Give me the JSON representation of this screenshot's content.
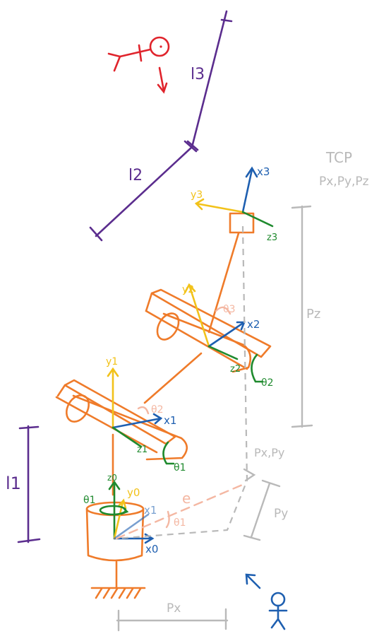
{
  "colors": {
    "body": "#ef7b2a",
    "length": "#5b2d8e",
    "z_axis": "#1f8a2e",
    "x_axis": "#1e5fb0",
    "y_axis": "#f2c21a",
    "annotation": "#b9b9b9",
    "viewer_top": "#e0242c",
    "viewer_front": "#1e5fb0",
    "angle": "#f4b7a2"
  },
  "labels": {
    "l1": "l1",
    "l2": "l2",
    "l3": "l3",
    "tcp": "TCP",
    "tcp_coords": "Px,Py,Pz",
    "pz": "Pz",
    "px": "Px",
    "py": "Py",
    "pxpy": "Px,Py",
    "e": "e",
    "z0": "z0",
    "x0": "x0",
    "y0": "y0",
    "x1": "x1",
    "theta1_base": "θ1",
    "theta1_angle": "θ1",
    "z1": "z1",
    "y1": "y1",
    "x1_joint": "x1",
    "theta1_joint": "θ1",
    "theta2_angle": "θ2",
    "z2": "z2",
    "y2": "y2",
    "x2": "x2",
    "theta2_joint": "θ2",
    "theta3_angle": "θ3",
    "x3": "x3",
    "y3": "y3",
    "z3": "z3"
  },
  "icons": {
    "viewer_top": "stick-figure-icon",
    "viewer_front": "stick-figure-icon",
    "ground": "ground-hatch-icon"
  }
}
